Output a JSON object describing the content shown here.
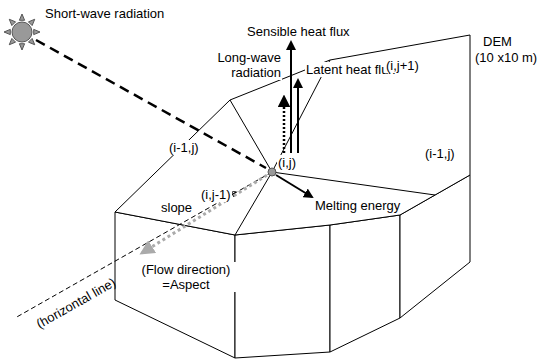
{
  "diagram": {
    "labels": [
      "Short-wave radiation",
      "Sensible heat flux",
      "Long-wave radiation",
      "Latent heat flux",
      "(i,j+1)",
      "DEM",
      "(10 x10 m)",
      "(i-1,j)",
      "(i,j)",
      "(i-1,j)",
      "slope",
      "Melting energy",
      "(horizontal line)",
      "(i,j-1)",
      "(Flow direction) =Aspect"
    ]
  }
}
